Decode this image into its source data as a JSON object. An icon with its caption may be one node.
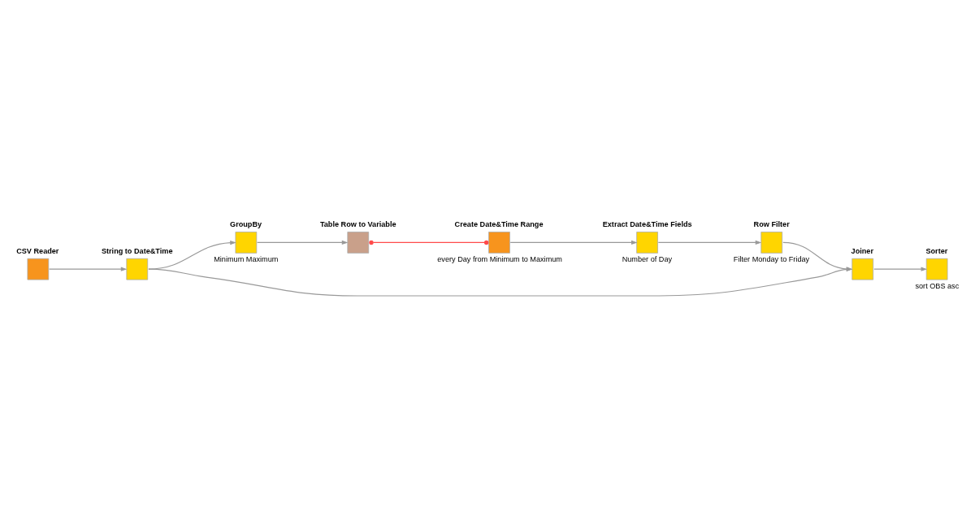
{
  "diagram": {
    "nodes": [
      {
        "text": [
          "CSV Reader"
        ]
      },
      {
        "text": [
          "String to Date&Time"
        ]
      },
      {
        "text": [
          "GroupBy"
        ],
        "beside": [
          "Minimum Maximum"
        ]
      },
      {
        "text": [
          "Table Row to Variable"
        ]
      },
      {
        "text": [
          "Create Date&Time Range"
        ],
        "beside": [
          "every Day from Minimum to Maximum"
        ]
      },
      {
        "text": [
          "Extract Date&Time Fields"
        ],
        "beside": [
          "Number of Day"
        ]
      },
      {
        "text": [
          "Row Filter"
        ],
        "beside": [
          "Filter Monday to Friday"
        ]
      },
      {
        "text": [
          "Joiner"
        ]
      },
      {
        "text": [
          "Sorter"
        ],
        "beside": [
          "sort OBS asc"
        ]
      }
    ],
    "edges": [
      {
        "from": 0,
        "to": 1,
        "arrow": "to"
      },
      {
        "from": 1,
        "to": 2,
        "arrow": "to"
      },
      {
        "from": 1,
        "to": 7,
        "arrow": "to"
      },
      {
        "from": 2,
        "to": 3,
        "arrow": "to"
      },
      {
        "from": 3,
        "to": 4,
        "arrow": "other",
        "color": "#ff4b4b"
      },
      {
        "from": 4,
        "to": 5,
        "arrow": "to"
      },
      {
        "from": 5,
        "to": 6,
        "arrow": "to"
      },
      {
        "from": 6,
        "to": 7,
        "arrow": "to"
      },
      {
        "from": 7,
        "to": 8,
        "arrow": "to"
      }
    ]
  }
}
